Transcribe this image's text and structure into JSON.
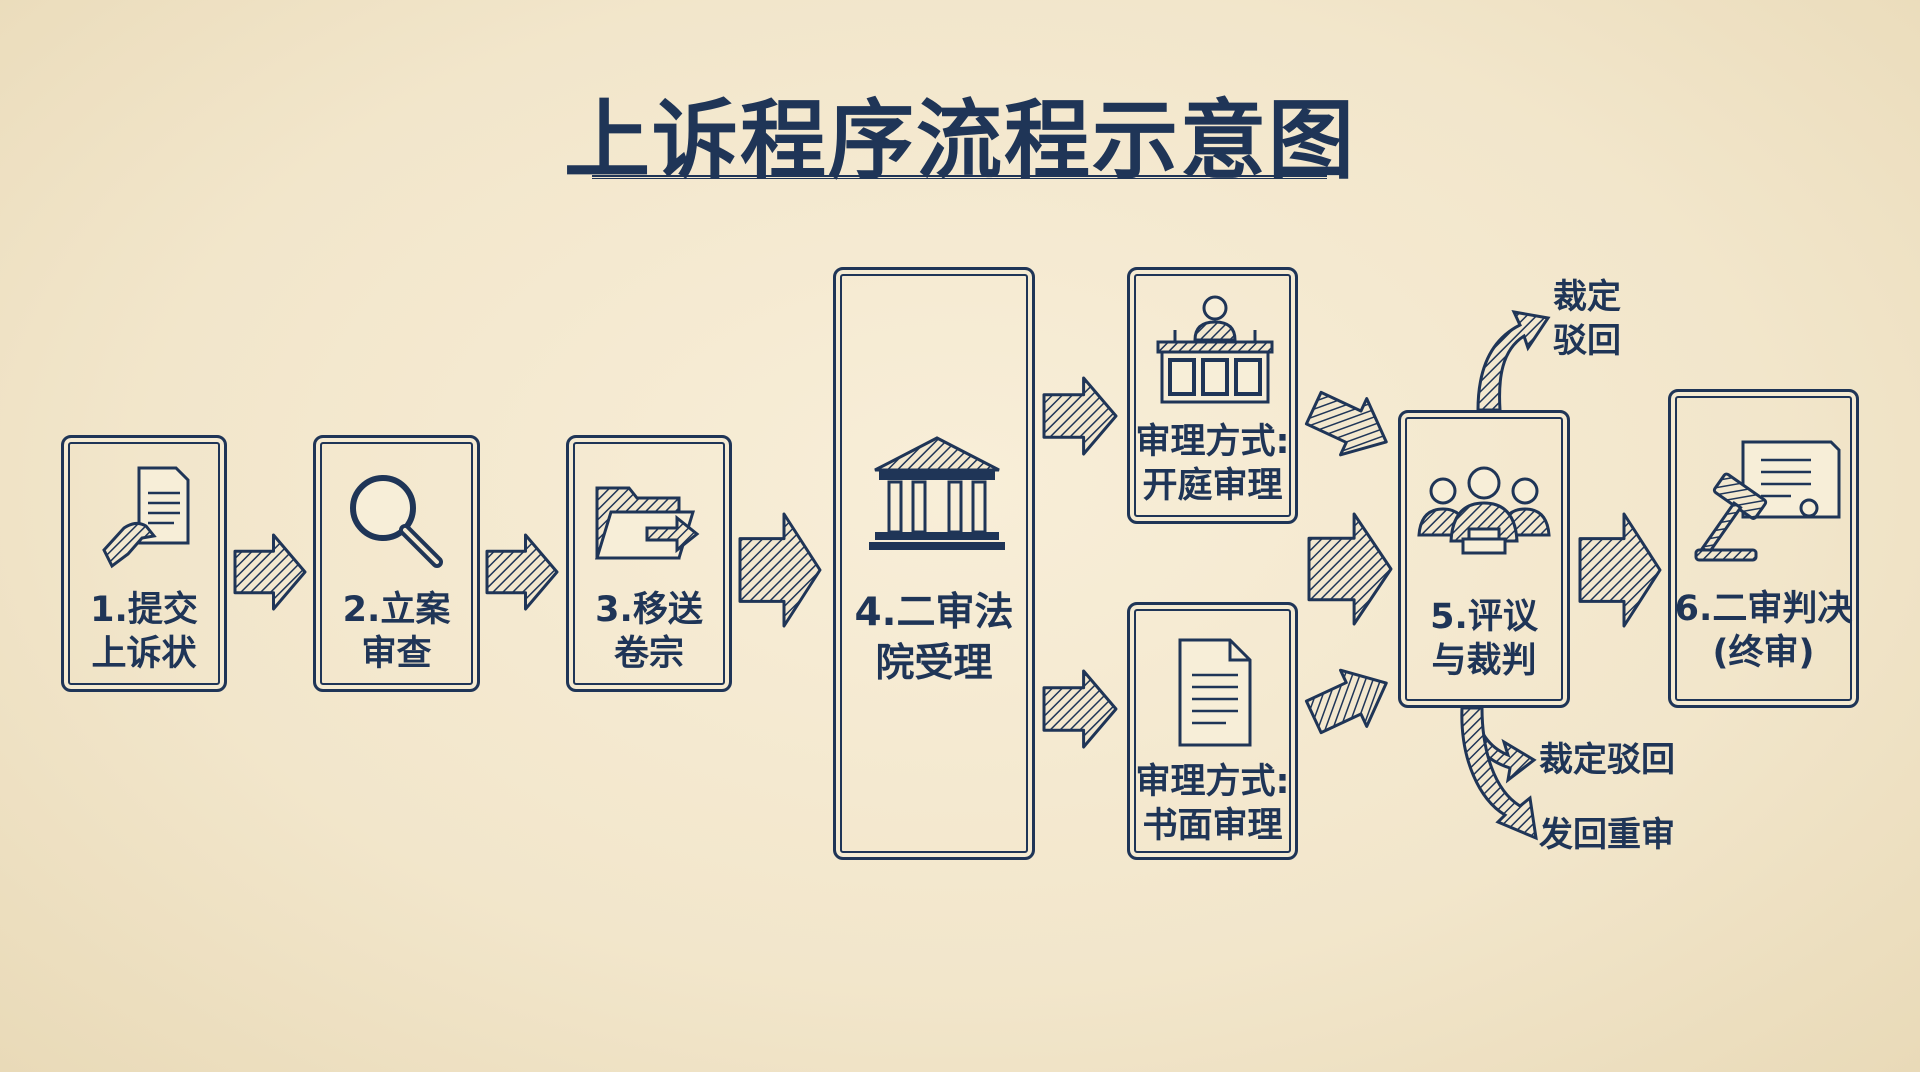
{
  "title": "上诉程序流程示意图",
  "steps": [
    {
      "line1": "1.提交",
      "line2": "上诉状",
      "icon": "hand-document-icon"
    },
    {
      "line1": "2.立案",
      "line2": "审查",
      "icon": "magnifier-icon"
    },
    {
      "line1": "3.移送",
      "line2": "卷宗",
      "icon": "folder-transfer-icon"
    },
    {
      "line1": "4.二审法",
      "line2": "院受理",
      "icon": "courthouse-icon"
    },
    {
      "line1": "5.评议",
      "line2": "与裁判",
      "icon": "judges-panel-icon"
    },
    {
      "line1": "6.二审判决",
      "line2": "(终审)",
      "icon": "gavel-verdict-icon"
    }
  ],
  "hearing": [
    {
      "line1": "审理方式:",
      "line2": "开庭审理",
      "icon": "courtroom-bench-icon"
    },
    {
      "line1": "审理方式:",
      "line2": "书面审理",
      "icon": "document-icon"
    }
  ],
  "outcomes": {
    "top": {
      "line1": "裁定",
      "line2": "驳回"
    },
    "bottom1": "裁定驳回",
    "bottom2": "发回重审"
  },
  "colors": {
    "ink": "#1f3557",
    "paper": "#f3e8cf"
  }
}
